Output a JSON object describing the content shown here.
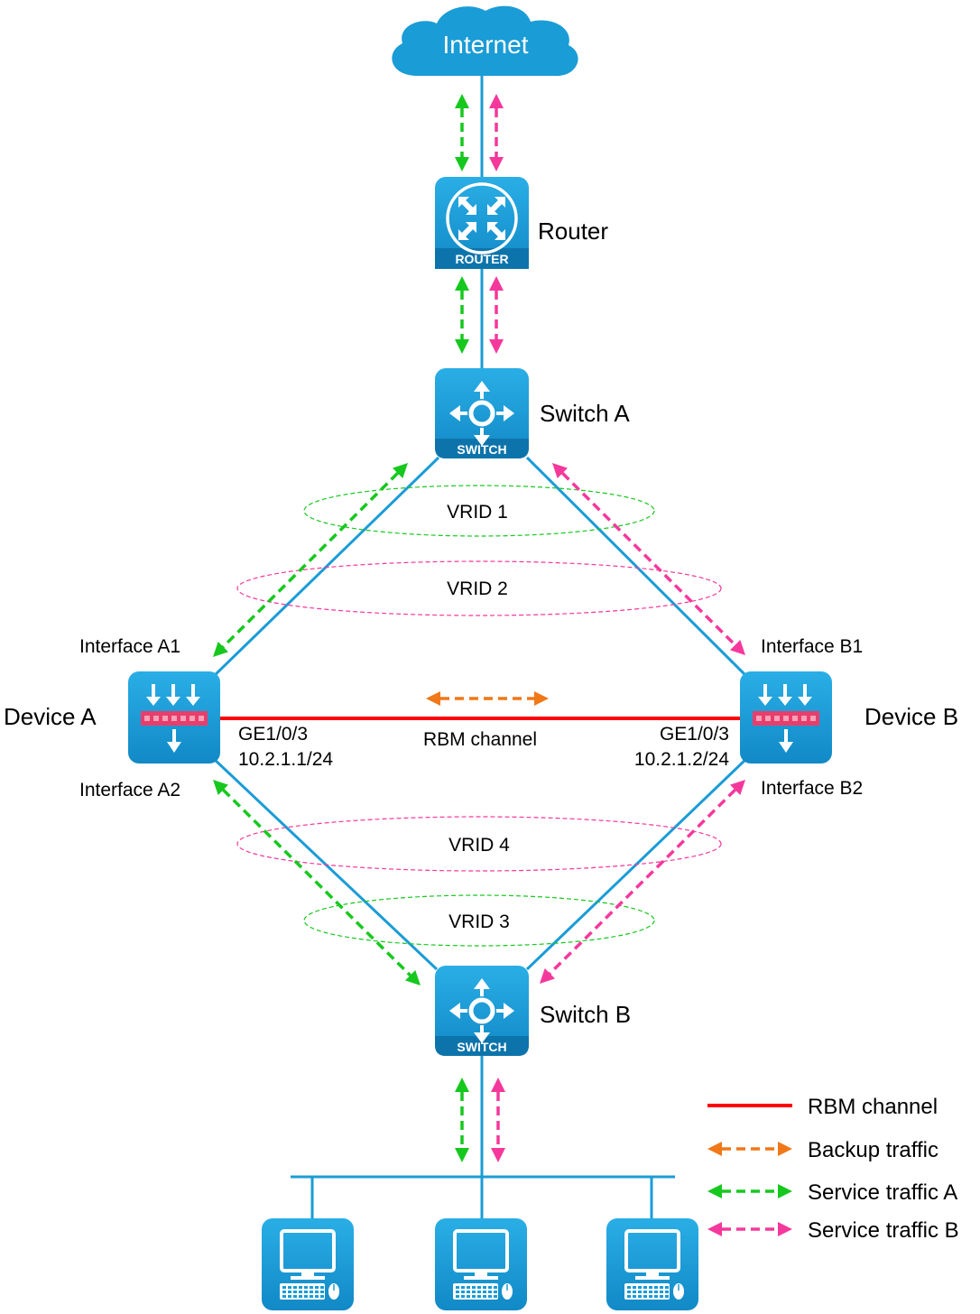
{
  "nodes": {
    "internet": {
      "label": "Internet"
    },
    "router": {
      "label": "Router",
      "badge": "ROUTER"
    },
    "switch_a": {
      "label": "Switch A",
      "badge": "SWITCH"
    },
    "switch_b": {
      "label": "Switch B",
      "badge": "SWITCH"
    },
    "device_a": {
      "label": "Device A",
      "interface_top": "Interface A1",
      "interface_bottom": "Interface A2",
      "port": "GE1/0/3",
      "ip": "10.2.1.1/24"
    },
    "device_b": {
      "label": "Device B",
      "interface_top": "Interface B1",
      "interface_bottom": "Interface B2",
      "port": "GE1/0/3",
      "ip": "10.2.1.2/24"
    }
  },
  "vrids": {
    "vrid1": "VRID 1",
    "vrid2": "VRID 2",
    "vrid3": "VRID 3",
    "vrid4": "VRID 4"
  },
  "rbm_label": "RBM channel",
  "legend": {
    "rbm": "RBM channel",
    "backup": "Backup traffic",
    "service_a": "Service traffic A",
    "service_b": "Service traffic B"
  },
  "colors": {
    "link": "#1a9cd6",
    "rbm": "#ff0000",
    "backup": "#f07818",
    "service_a": "#16c81e",
    "service_b": "#f5389c",
    "device_fill": "#1a9cd6"
  }
}
